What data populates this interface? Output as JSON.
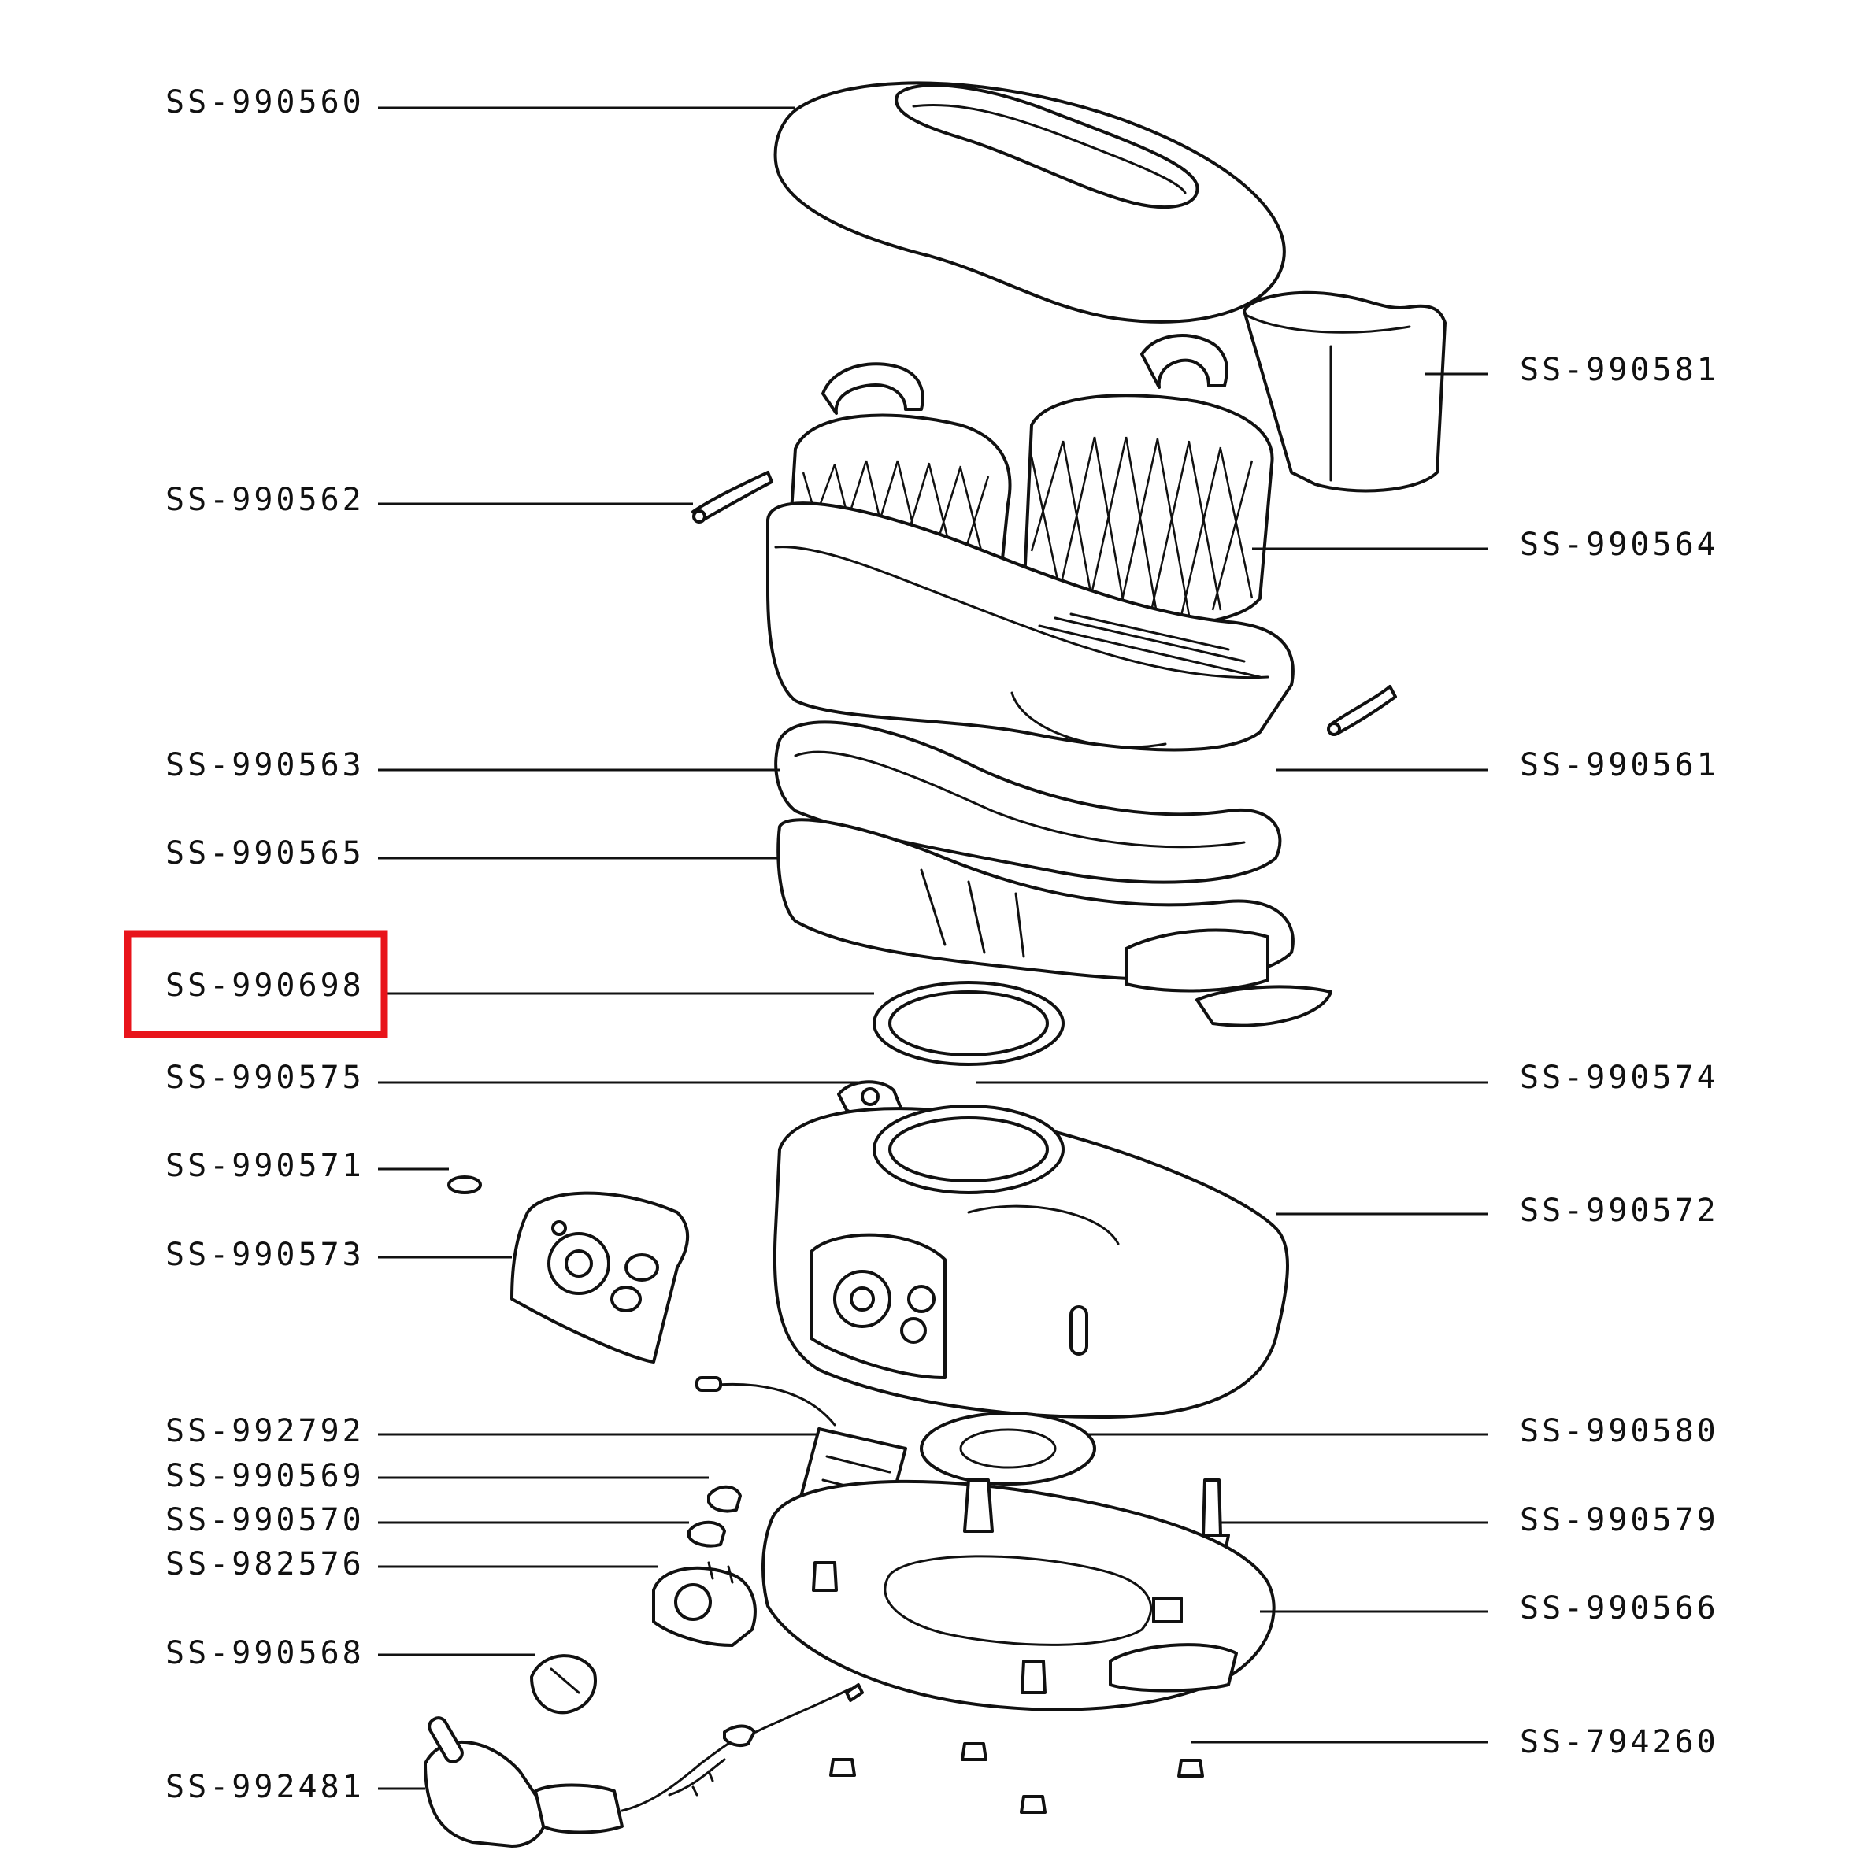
{
  "diagram": {
    "labels_left": [
      {
        "id": "SS-990560"
      },
      {
        "id": "SS-990562"
      },
      {
        "id": "SS-990563"
      },
      {
        "id": "SS-990565"
      },
      {
        "id": "SS-990698",
        "highlighted": true
      },
      {
        "id": "SS-990575"
      },
      {
        "id": "SS-990571"
      },
      {
        "id": "SS-990573"
      },
      {
        "id": "SS-992792"
      },
      {
        "id": "SS-990569"
      },
      {
        "id": "SS-990570"
      },
      {
        "id": "SS-982576"
      },
      {
        "id": "SS-990568"
      },
      {
        "id": "SS-992481"
      }
    ],
    "labels_right": [
      {
        "id": "SS-990581"
      },
      {
        "id": "SS-990564"
      },
      {
        "id": "SS-990561"
      },
      {
        "id": "SS-990574"
      },
      {
        "id": "SS-990572"
      },
      {
        "id": "SS-990580"
      },
      {
        "id": "SS-990579"
      },
      {
        "id": "SS-990566"
      },
      {
        "id": "SS-794260"
      }
    ],
    "highlight_color": "#e8141b"
  }
}
